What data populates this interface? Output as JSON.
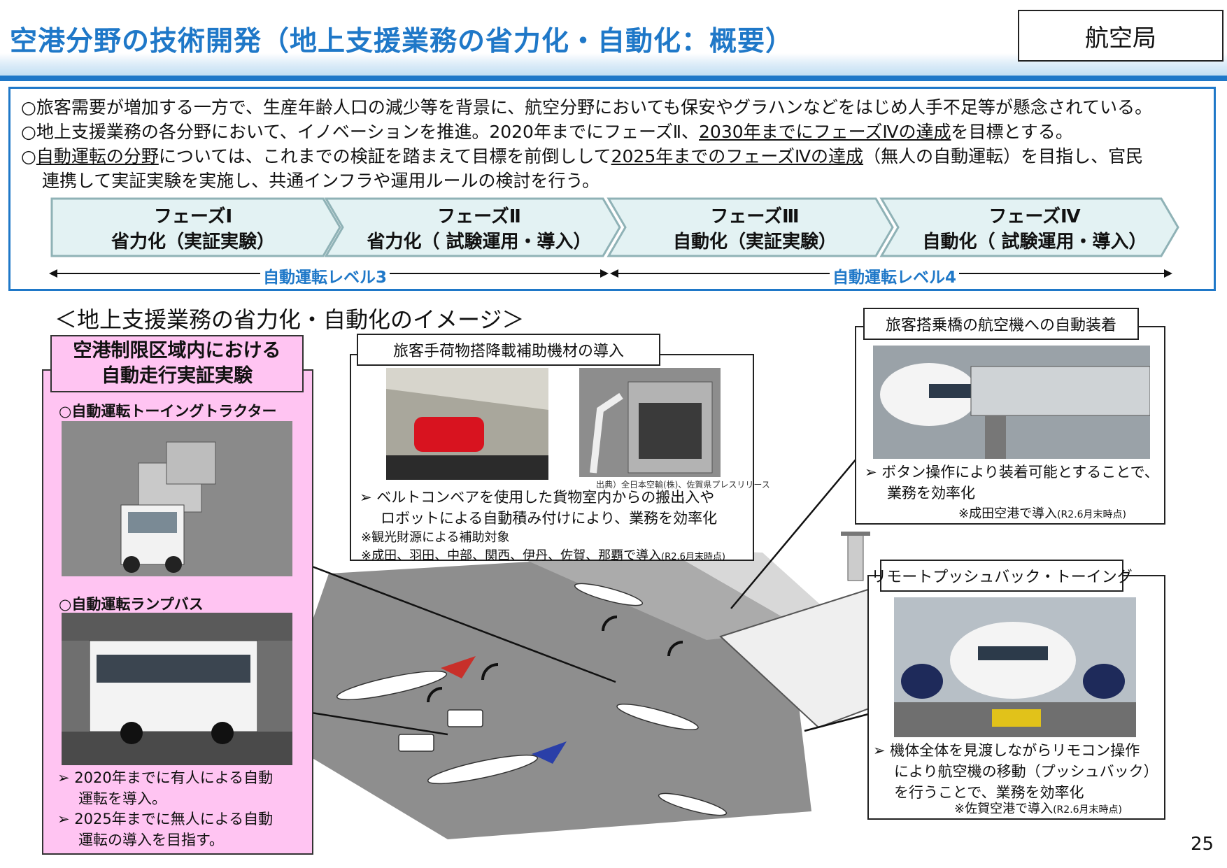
{
  "header": {
    "title": "空港分野の技術開発（地上支援業務の省力化・自動化：概要）",
    "bureau": "航空局"
  },
  "summary": {
    "line1": "○旅客需要が増加する一方で、生産年齢人口の減少等を背景に、航空分野においても保安やグラハンなどをはじめ人手不足等が懸念されている。",
    "line2_a": "○地上支援業務の各分野において、イノベーションを推進。2020年までにフェーズⅡ",
    "line2_b": "、",
    "line2_c": "2030年までにフェーズⅣの達成",
    "line2_d": "を目標とする。",
    "line3_a": "○",
    "line3_b": "自動運転の分野",
    "line3_c": "については、これまでの検証を踏まえて目標を前倒しして",
    "line3_d": "2025年までのフェーズⅣの達成",
    "line3_e": "（無人の自動運転）を目指し、官民",
    "line4": "連携して実証実験を実施し、共通インフラや運用ルールの検討を行う。"
  },
  "phases": [
    {
      "name": "フェーズⅠ",
      "desc": "省力化（実証実験）"
    },
    {
      "name": "フェーズⅡ",
      "desc": "省力化（ 試験運用・導入）"
    },
    {
      "name": "フェーズⅢ",
      "desc": "自動化（実証実験）"
    },
    {
      "name": "フェーズⅣ",
      "desc": "自動化（ 試験運用・導入）"
    }
  ],
  "levels": {
    "level3": "自動運転レベル3",
    "level4": "自動運転レベル4"
  },
  "image_section": {
    "heading": "＜地上支援業務の省力化・自動化のイメージ＞"
  },
  "left_panel": {
    "title_line1": "空港制限区域内における",
    "title_line2": "自動走行実証実験",
    "tractor_heading": "○自動運転トーイングトラクター",
    "bus_heading": "○自動運転ランプバス",
    "bullet1_a": "➢ 2020年までに有人による自動",
    "bullet1_b": "運転を導入。",
    "bullet2_a": "➢ 2025年までに無人による自動",
    "bullet2_b": "運転の導入を目指す。"
  },
  "baggage_panel": {
    "label": "旅客手荷物搭降載補助機材の導入",
    "source": "出典）全日本空輸(株)、佐賀県プレスリリース",
    "bullet_a": "➢ ベルトコンベアを使用した貨物室内からの搬出入や",
    "bullet_b": "ロボットによる自動積み付けにより、業務を効率化",
    "note1": "※観光財源による補助対象",
    "note2": "※成田、羽田、中部、関西、伊丹、佐賀、那覇で導入",
    "note2_small": "(R2.6月末時点)"
  },
  "bridge_panel": {
    "label": "旅客搭乗橋の航空機への自動装着",
    "bullet_a": "➢ ボタン操作により装着可能とすることで、",
    "bullet_b": "業務を効率化",
    "note": "※成田空港で導入",
    "note_small": "(R2.6月末時点)"
  },
  "pushback_panel": {
    "label": "リモートプッシュバック・トーイング",
    "bullet_a": "➢ 機体全体を見渡しながらリモコン操作",
    "bullet_b": "により航空機の移動（プッシュバック）",
    "bullet_c": "を行うことで、業務を効率化",
    "note": "※佐賀空港で導入",
    "note_small": "(R2.6月末時点)"
  },
  "page_number": "25",
  "colors": {
    "accent": "#1f78c8",
    "phase_fill": "#e3f2f3",
    "phase_stroke": "#8fb2b6",
    "pink": "#ffc4f2"
  }
}
